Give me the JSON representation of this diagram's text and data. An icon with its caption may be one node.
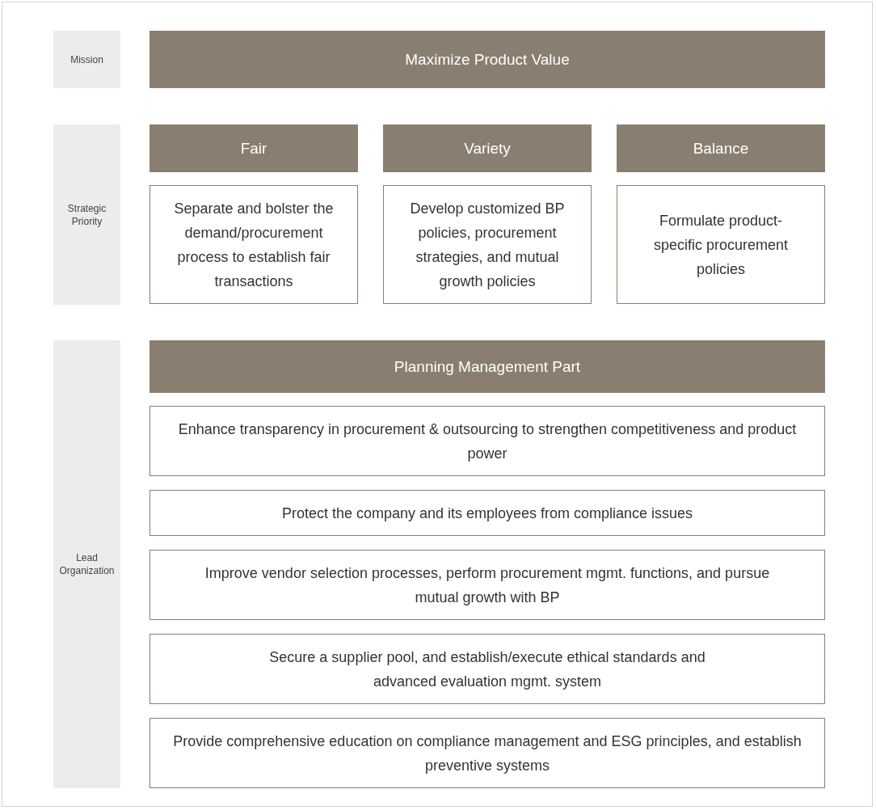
{
  "diagram": {
    "nodes": [
      {
        "text": [
          "Mission"
        ]
      },
      {
        "text": [
          "Maximize Product Value"
        ]
      },
      {
        "text": [
          "Strategic Priority"
        ]
      },
      {
        "text": [
          "Fair"
        ]
      },
      {
        "text": [
          "Variety"
        ]
      },
      {
        "text": [
          "Balance"
        ]
      },
      {
        "text": [
          "Separate and bolster the demand/procurement process to establish fair transactions"
        ]
      },
      {
        "text": [
          "Develop customized BP policies, procurement strategies, and mutual growth policies"
        ]
      },
      {
        "text": [
          "Formulate product-specific procurement policies"
        ]
      },
      {
        "text": [
          "Lead Organization"
        ]
      },
      {
        "text": [
          "Planning Management Part"
        ]
      },
      {
        "text": [
          "Enhance transparency in procurement & outsourcing to strengthen competitiveness and product power"
        ]
      },
      {
        "text": [
          "Protect the company and its employees from compliance issues"
        ]
      },
      {
        "text": [
          "Improve vendor selection processes, perform procurement mgmt. functions, and pursue mutual growth with BP"
        ]
      },
      {
        "text": [
          "Secure a supplier pool, and establish/execute ethical standards and advanced evaluation mgmt. system"
        ]
      },
      {
        "text": [
          "Provide comprehensive education on compliance management and ESG principles, and establish preventive systems"
        ]
      }
    ]
  }
}
